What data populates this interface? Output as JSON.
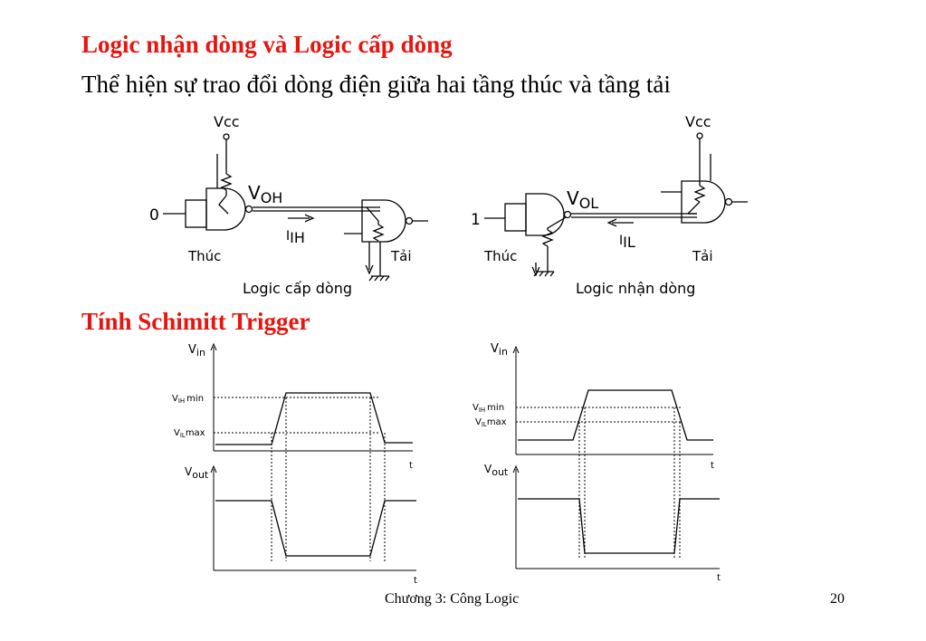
{
  "colors": {
    "heading": "#e8150f",
    "text": "#000000",
    "line": "#000000"
  },
  "slide": {
    "heading_logic": "Logic nhận dòng và Logic cấp dòng",
    "subheading": "Thể hiện sự trao đổi dòng điện giữa hai tầng thúc và tầng tải",
    "heading_schmitt": "Tính Schimitt Trigger"
  },
  "circuits": {
    "source": {
      "input_value": "0",
      "vcc": "Vcc",
      "voltage_main": "V",
      "voltage_sub": "OH",
      "current_main": "I",
      "current_sub": "IH",
      "driver": "Thúc",
      "load": "Tải",
      "caption": "Logic cấp dòng"
    },
    "sink": {
      "input_value": "1",
      "vcc": "Vcc",
      "voltage_main": "V",
      "voltage_sub": "OL",
      "current_main": "I",
      "current_sub": "IL",
      "driver": "Thúc",
      "load": "Tải",
      "caption": "Logic nhận dòng"
    }
  },
  "waveforms": {
    "vin_main": "V",
    "vin_sub": "in",
    "vout_main": "V",
    "vout_sub": "out",
    "time": "t",
    "vih_main": "V",
    "vih_sub": "IH",
    "vih_suffix": "min",
    "vil_main": "V",
    "vil_sub": "IL",
    "vil_suffix": "max"
  },
  "footer": {
    "chapter": "Chương 3: Công Logic",
    "page": "20"
  }
}
